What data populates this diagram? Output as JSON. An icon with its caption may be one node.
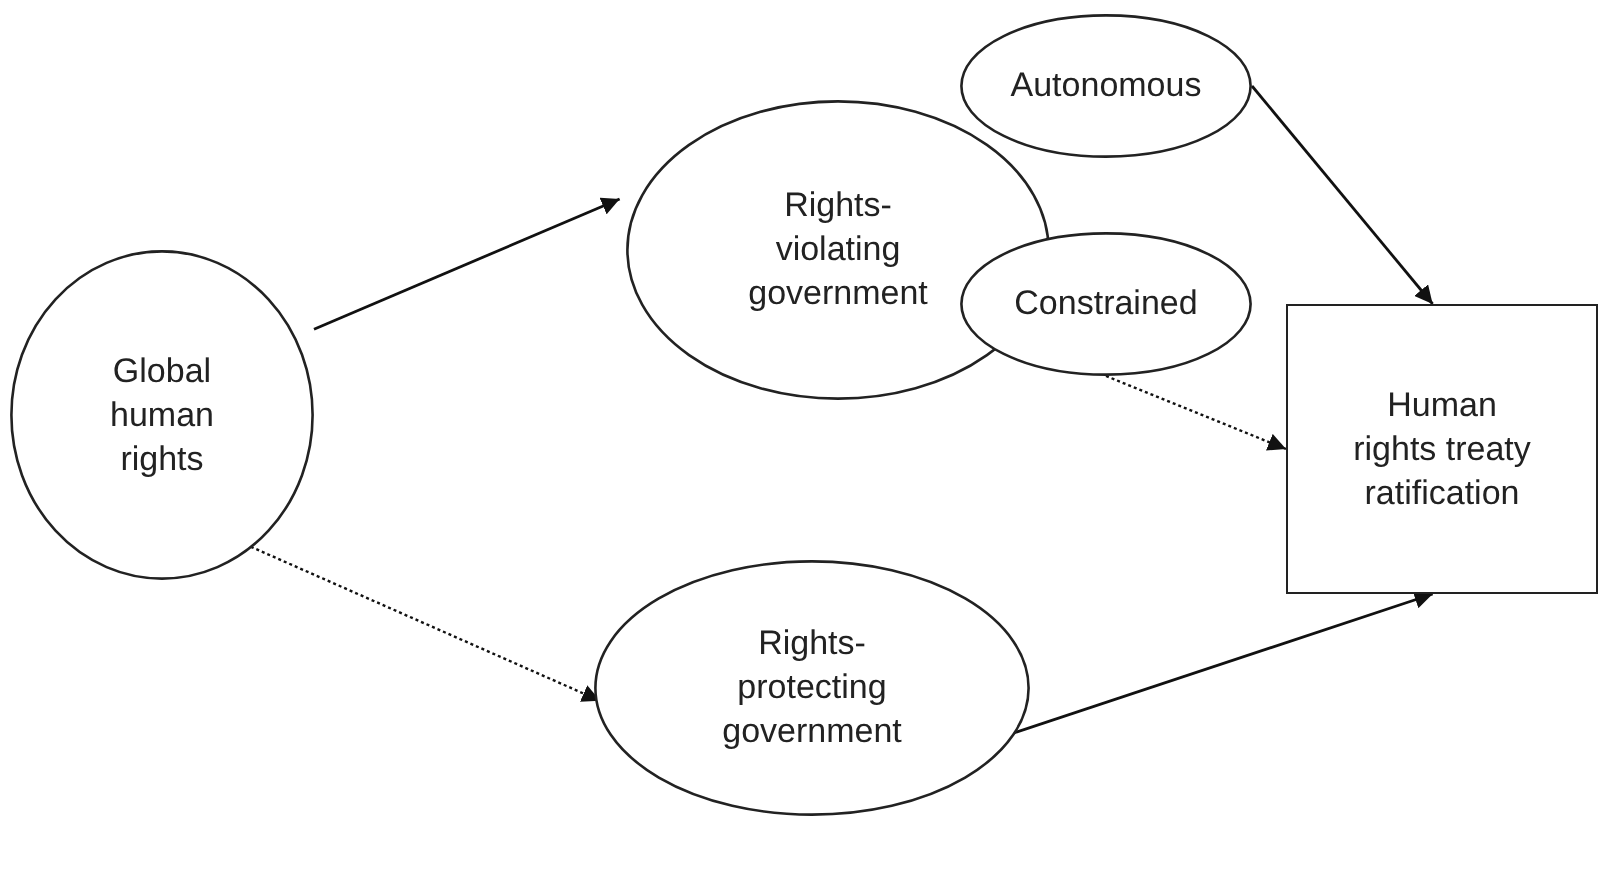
{
  "diagram": {
    "nodes": [
      {
        "text": [
          "Global human rights"
        ]
      },
      {
        "text": [
          "Rights-violating government"
        ]
      },
      {
        "text": [
          "Autonomous"
        ]
      },
      {
        "text": [
          "Constrained"
        ]
      },
      {
        "text": [
          "Human rights treaty ratification"
        ]
      },
      {
        "text": [
          "Rights-protecting government"
        ]
      }
    ],
    "edges": [
      {
        "from": 0,
        "to": 1,
        "arrow": "to"
      },
      {
        "from": 0,
        "to": 5,
        "arrow": "to",
        "style": "dashed"
      },
      {
        "from": 2,
        "to": 4,
        "arrow": "to"
      },
      {
        "from": 3,
        "to": 4,
        "arrow": "to",
        "style": "dashed"
      },
      {
        "from": 5,
        "to": 4,
        "arrow": "to"
      }
    ]
  }
}
